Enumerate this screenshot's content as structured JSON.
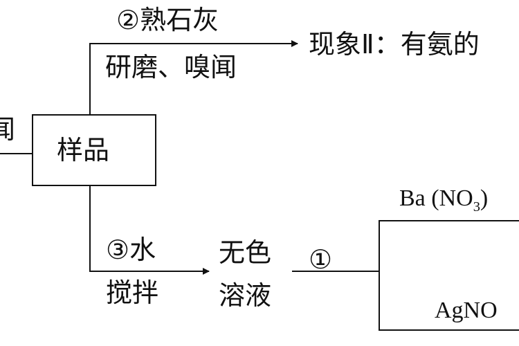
{
  "colors": {
    "line": "#111111",
    "background": "#ffffff"
  },
  "left_clipped_label": "闻",
  "sample_box": {
    "label": "样品"
  },
  "upper_branch": {
    "reagent": "②熟石灰",
    "operation": "研磨、嗅闻",
    "result": "现象Ⅱ：有氨的"
  },
  "lower_branch": {
    "reagent": "③水",
    "operation": "搅拌",
    "product_line1": "无色",
    "product_line2": "溶液",
    "step": "①"
  },
  "right_box": {
    "top_reagent": "Ba (NO",
    "top_reagent_sub": "3",
    "top_reagent_tail": ")",
    "bottom_reagent": "AgNO"
  }
}
